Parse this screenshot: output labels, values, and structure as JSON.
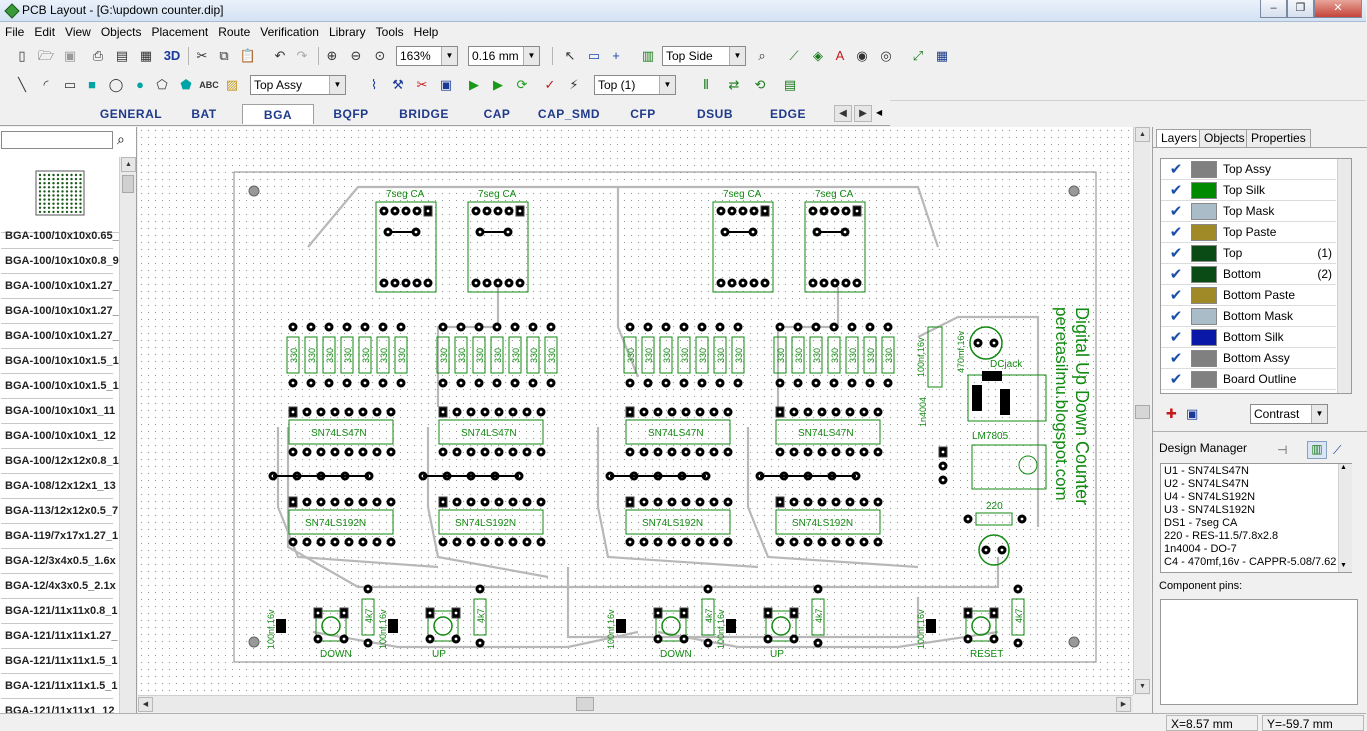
{
  "window": {
    "title": "PCB Layout - [G:\\updown counter.dip]",
    "minimize": "–",
    "restore": "❐",
    "close": "✕"
  },
  "menu": [
    "File",
    "Edit",
    "View",
    "Objects",
    "Placement",
    "Route",
    "Verification",
    "Library",
    "Tools",
    "Help"
  ],
  "toolbar1": {
    "label_3d": "3D",
    "zoom": "163%",
    "trace_width": "0.16 mm",
    "side": "Top Side"
  },
  "toolbar2": {
    "layer_view": "Top Assy",
    "abc_label": "ABC",
    "layer": "Top (1)"
  },
  "library_tabs": [
    "GENERAL",
    "BAT",
    "BGA",
    "BQFP",
    "BRIDGE",
    "CAP",
    "CAP_SMD",
    "CFP",
    "DSUB",
    "EDGE"
  ],
  "active_library_tab": "BGA",
  "library_items": [
    "BGA-100/10x10x0.65_",
    "BGA-100/10x10x0.8_9",
    "BGA-100/10x10x1.27_",
    "BGA-100/10x10x1.27_",
    "BGA-100/10x10x1.27_",
    "BGA-100/10x10x1.5_1",
    "BGA-100/10x10x1.5_1",
    "BGA-100/10x10x1_11",
    "BGA-100/10x10x1_12",
    "BGA-100/12x12x0.8_1",
    "BGA-108/12x12x1_13",
    "BGA-113/12x12x0.5_7",
    "BGA-119/7x17x1.27_1",
    "BGA-12/3x4x0.5_1.6x",
    "BGA-12/4x3x0.5_2.1x",
    "BGA-121/11x11x0.8_1",
    "BGA-121/11x11x1.27_",
    "BGA-121/11x11x1.5_1",
    "BGA-121/11x11x1.5_1",
    "BGA-121/11x11x1_12"
  ],
  "right_tabs": [
    "Layers",
    "Objects",
    "Properties"
  ],
  "layers": [
    {
      "name": "Top Assy",
      "color": "#808080",
      "num": ""
    },
    {
      "name": "Top Silk",
      "color": "#008a00",
      "num": ""
    },
    {
      "name": "Top Mask",
      "color": "#a9bcc8",
      "num": ""
    },
    {
      "name": "Top Paste",
      "color": "#a08a28",
      "num": ""
    },
    {
      "name": "Top",
      "color": "#0a4a14",
      "num": "(1)"
    },
    {
      "name": "Bottom",
      "color": "#0a4a14",
      "num": "(2)"
    },
    {
      "name": "Bottom Paste",
      "color": "#a08a28",
      "num": ""
    },
    {
      "name": "Bottom Mask",
      "color": "#a9bcc8",
      "num": ""
    },
    {
      "name": "Bottom Silk",
      "color": "#0a18a8",
      "num": ""
    },
    {
      "name": "Bottom Assy",
      "color": "#808080",
      "num": ""
    },
    {
      "name": "Board Outline",
      "color": "#808080",
      "num": ""
    }
  ],
  "contrast": "Contrast",
  "design_manager": {
    "title": "Design Manager",
    "items": [
      "U1 - SN74LS47N",
      "U2 - SN74LS47N",
      "U4 - SN74LS192N",
      "U3 - SN74LS192N",
      "DS1 - 7seg CA",
      "220 - RES-11.5/7.8x2.8",
      "1n4004 - DO-7",
      "C4 - 470mf,16v - CAPPR-5.08/7.62"
    ]
  },
  "component_pins": "Component pins:",
  "status": {
    "x": "X=8.57 mm",
    "y": "Y=-59.7 mm"
  },
  "board": {
    "seg_label": "7seg CA",
    "res_label": "330",
    "decoder": "SN74LS47N",
    "counter": "SN74LS192N",
    "cap_label": "100nf,16v",
    "res4k7": "4k7",
    "down": "DOWN",
    "up": "UP",
    "reset": "RESET",
    "dcjack": "DCjack",
    "regulator": "LM7805",
    "r220": "220",
    "diode": "1n4004",
    "bigcap": "470mf,16v",
    "title_text": "Digital Up Down Counter",
    "blog_text": "peretasilmu.blogspot.com"
  },
  "colors": {
    "silk": "#118a11",
    "track": "#b8b8b8",
    "pad": "#000000"
  }
}
